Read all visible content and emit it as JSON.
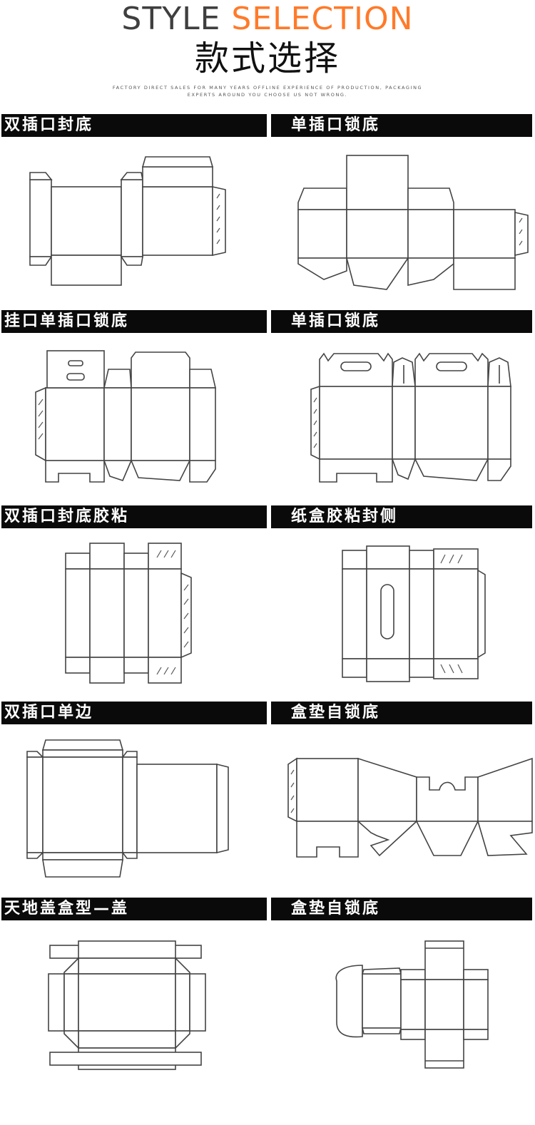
{
  "header": {
    "title_word1": "STYLE",
    "title_word2": "SELECTION",
    "title_cn": "款式选择",
    "description_line1": "FACTORY DIRECT SALES FOR MANY YEARS OFFLINE EXPERIENCE OF PRODUCTION, PACKAGING",
    "description_line2": "EXPERTS AROUND YOU CHOOSE US NOT WRONG."
  },
  "styles": [
    {
      "label": "双插口封底",
      "icon": "double-tuck-bottom-dieline-icon"
    },
    {
      "label": "单插口锁底",
      "icon": "single-tuck-lock-bottom-dieline-icon"
    },
    {
      "label": "挂口单插口锁底",
      "icon": "hang-tab-lock-bottom-dieline-icon"
    },
    {
      "label": "单插口锁底",
      "icon": "handle-lock-bottom-dieline-icon"
    },
    {
      "label": "双插口封底胶粘",
      "icon": "double-tuck-glued-dieline-icon"
    },
    {
      "label": "纸盒胶粘封侧",
      "icon": "side-glued-box-dieline-icon"
    },
    {
      "label": "双插口单边",
      "icon": "double-tuck-single-side-dieline-icon"
    },
    {
      "label": "盒垫自锁底",
      "icon": "insert-self-lock-bottom-dieline-icon"
    },
    {
      "label": "天地盖盒型—盖",
      "icon": "lid-box-dieline-icon"
    },
    {
      "label": "盒垫自锁底",
      "icon": "insert-self-lock-bottom-dieline-icon-2"
    }
  ],
  "colors": {
    "accent": "#ff7a2a",
    "title_gray": "#3f3f3f",
    "bar_background": "#0a0a0a",
    "bar_text": "#ffffff",
    "dieline_stroke": "#444444"
  }
}
